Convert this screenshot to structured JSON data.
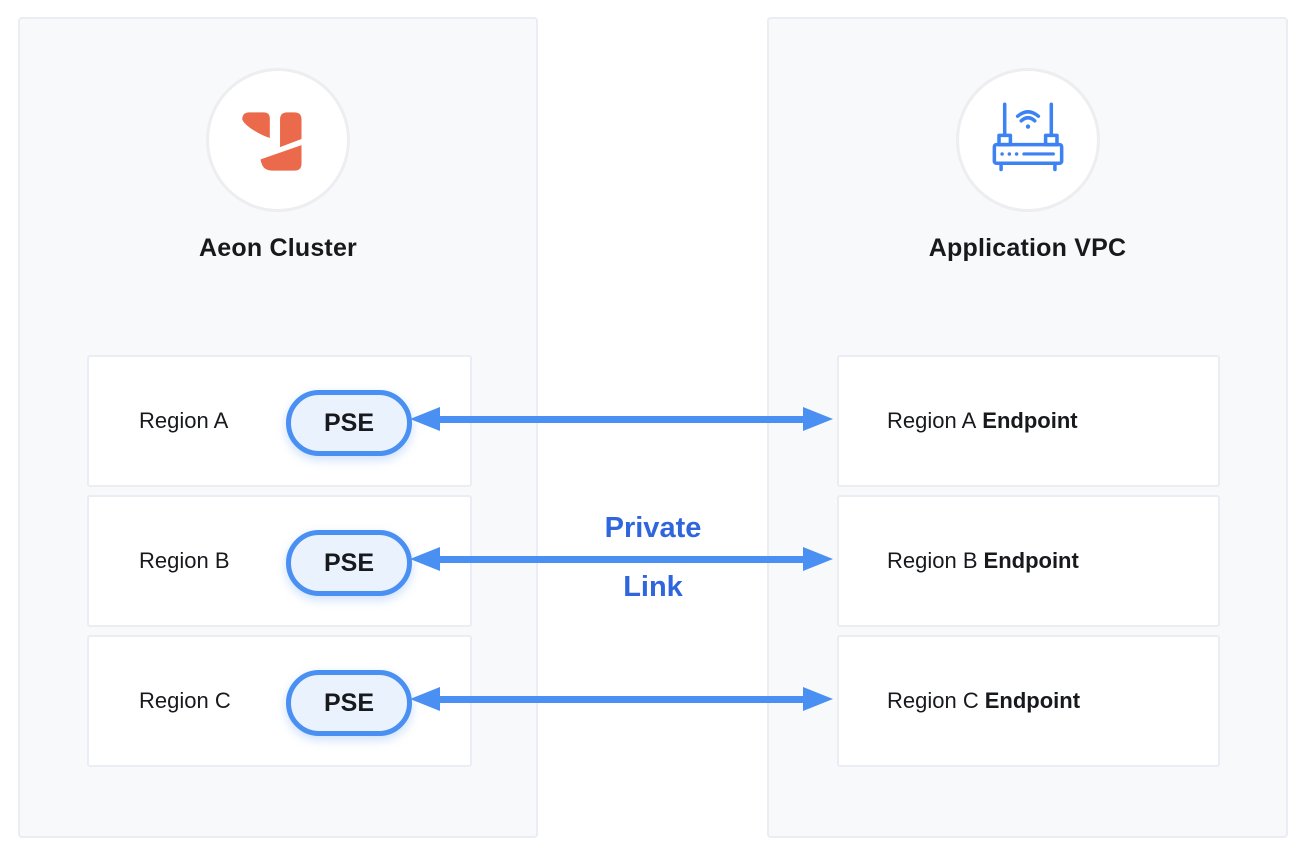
{
  "left_panel": {
    "title": "Aeon Cluster",
    "rows": [
      {
        "label": "Region A",
        "badge": "PSE"
      },
      {
        "label": "Region B",
        "badge": "PSE"
      },
      {
        "label": "Region C",
        "badge": "PSE"
      }
    ]
  },
  "right_panel": {
    "title": "Application VPC",
    "rows": [
      {
        "label": "Region A",
        "suffix": "Endpoint"
      },
      {
        "label": "Region B",
        "suffix": "Endpoint"
      },
      {
        "label": "Region C",
        "suffix": "Endpoint"
      }
    ]
  },
  "connector": {
    "line1": "Private",
    "line2": "Link"
  },
  "icons": {
    "left": "aeon-logo-icon",
    "right": "router-icon"
  },
  "colors": {
    "arrow_blue": "#4a8ff2",
    "link_text_blue": "#2f66dd",
    "logo_coral": "#ec6a4c",
    "router_blue": "#3d82f2",
    "badge_fill": "#eaf2fd",
    "panel_bg": "#f8f9fb",
    "border_gray": "#eaedf3",
    "text_dark": "#17191d"
  }
}
